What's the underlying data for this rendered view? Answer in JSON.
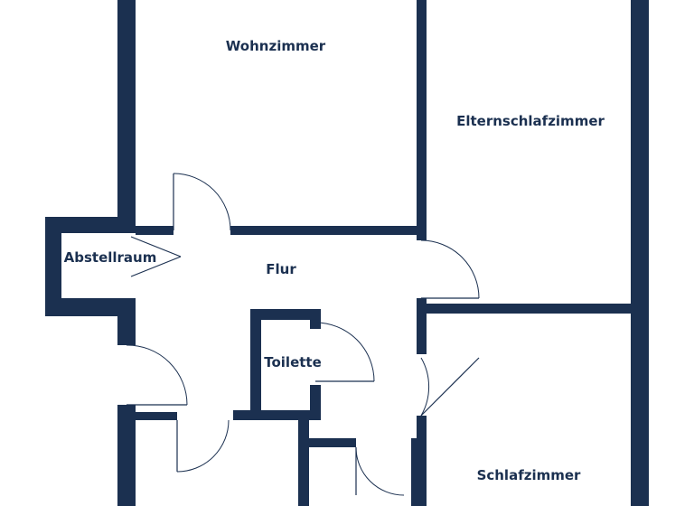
{
  "rooms": {
    "wohnzimmer": "Wohnzimmer",
    "elternschlafzimmer": "Elternschlafzimmer",
    "abstellraum": "Abstellraum",
    "flur": "Flur",
    "toilette": "Toilette",
    "schlafzimmer": "Schlafzimmer"
  },
  "colors": {
    "wall": "#1b3050",
    "background": "#ffffff"
  }
}
